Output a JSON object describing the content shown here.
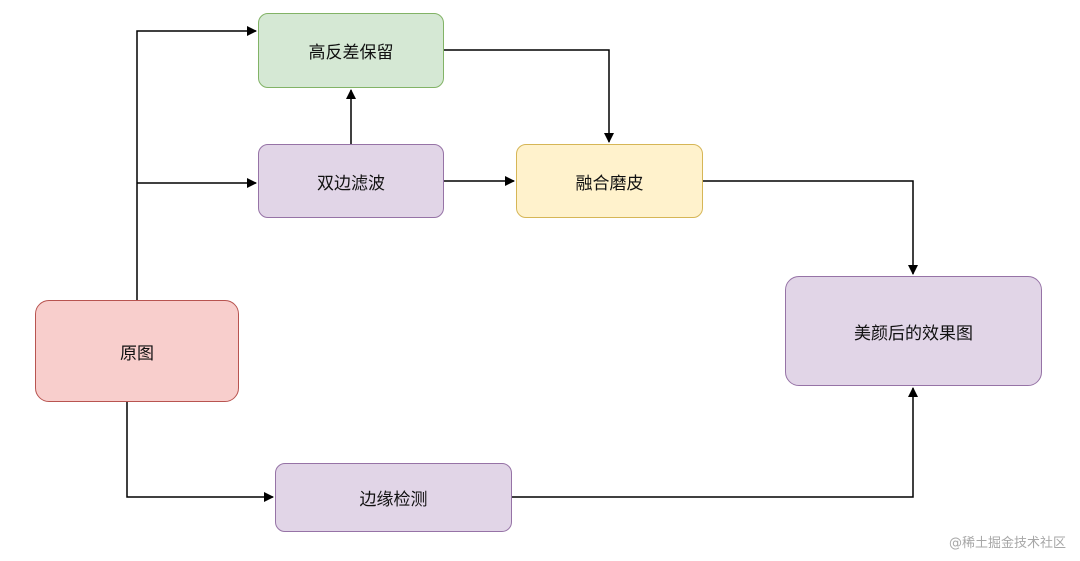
{
  "nodes": {
    "high_pass": "高反差保留",
    "bilateral": "双边滤波",
    "fusion": "融合磨皮",
    "original": "原图",
    "result": "美颜后的效果图",
    "edge_detect": "边缘检测"
  },
  "watermark": "@稀土掘金技术社区",
  "colors": {
    "green_fill": "#d5e8d4",
    "green_stroke": "#82b366",
    "purple_fill": "#e1d5e7",
    "purple_stroke": "#9673a6",
    "yellow_fill": "#fff2cc",
    "yellow_stroke": "#d6b656",
    "red_fill": "#f8cecc",
    "red_stroke": "#b85450"
  }
}
